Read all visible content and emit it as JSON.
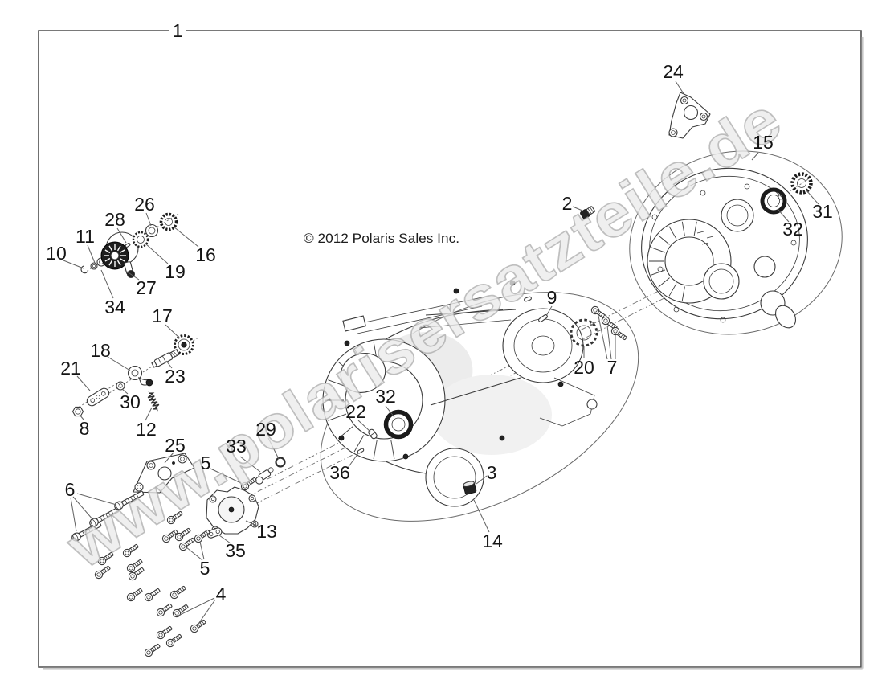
{
  "window": {
    "copyright": "© 2012 Polaris Sales Inc.",
    "watermark": "www.polarisersatzteile.de"
  },
  "colors": {
    "ink": "#3a3a3a",
    "frame": "#4d4d4d",
    "leader": "#606060",
    "paper": "#ffffff",
    "text": "#141414",
    "watermark_fill": "#ebebeb",
    "watermark_stroke": "#a0a0a0"
  },
  "callouts": {
    "c1": "1",
    "c2": "2",
    "c3": "3",
    "c4": "4",
    "c5a": "5",
    "c5b": "5",
    "c6": "6",
    "c7": "7",
    "c8": "8",
    "c9": "9",
    "c10": "10",
    "c11": "11",
    "c12": "12",
    "c13": "13",
    "c14": "14",
    "c15": "15",
    "c16": "16",
    "c17": "17",
    "c18": "18",
    "c19": "19",
    "c20": "20",
    "c21": "21",
    "c22": "22",
    "c23": "23",
    "c24": "24",
    "c25": "25",
    "c26": "26",
    "c27": "27",
    "c28": "28",
    "c29": "29",
    "c30": "30",
    "c31": "31",
    "c32a": "32",
    "c32b": "32",
    "c33": "33",
    "c34": "34",
    "c35": "35",
    "c36": "36"
  }
}
